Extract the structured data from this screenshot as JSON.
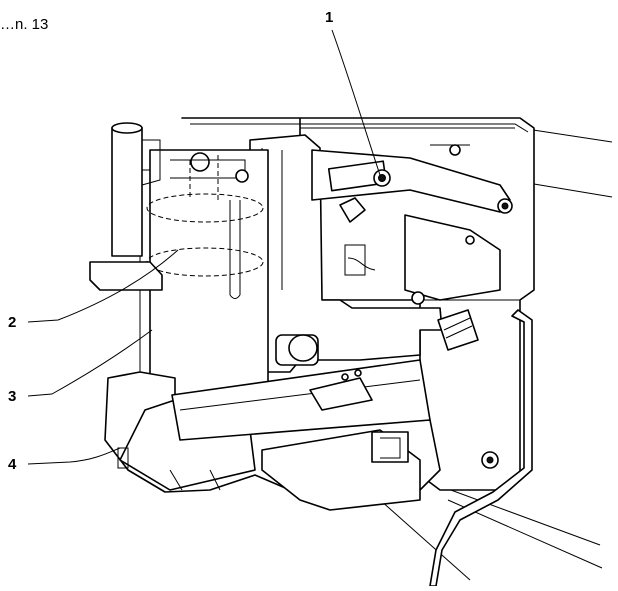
{
  "figure": {
    "caption": "…n. 13"
  },
  "callouts": [
    {
      "label": "1"
    },
    {
      "label": "2"
    },
    {
      "label": "3"
    },
    {
      "label": "4"
    }
  ]
}
